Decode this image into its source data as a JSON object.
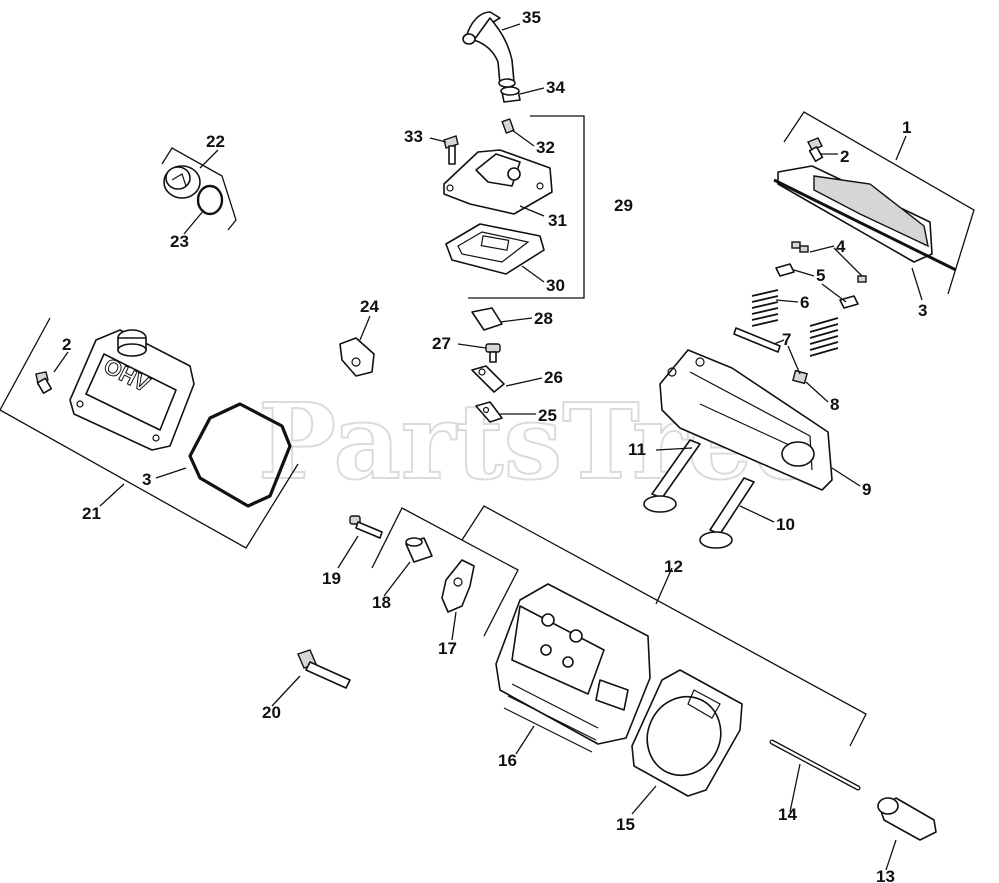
{
  "watermark": {
    "text": "PartsTree",
    "mark": "TM"
  },
  "cover_badge": "OHV",
  "callouts": [
    {
      "id": "c1",
      "label": "1"
    },
    {
      "id": "c2a",
      "label": "2"
    },
    {
      "id": "c2b",
      "label": "2"
    },
    {
      "id": "c3a",
      "label": "3"
    },
    {
      "id": "c3b",
      "label": "3"
    },
    {
      "id": "c4",
      "label": "4"
    },
    {
      "id": "c5",
      "label": "5"
    },
    {
      "id": "c6",
      "label": "6"
    },
    {
      "id": "c7",
      "label": "7"
    },
    {
      "id": "c8",
      "label": "8"
    },
    {
      "id": "c9",
      "label": "9"
    },
    {
      "id": "c10",
      "label": "10"
    },
    {
      "id": "c11",
      "label": "11"
    },
    {
      "id": "c12",
      "label": "12"
    },
    {
      "id": "c13",
      "label": "13"
    },
    {
      "id": "c14",
      "label": "14"
    },
    {
      "id": "c15",
      "label": "15"
    },
    {
      "id": "c16",
      "label": "16"
    },
    {
      "id": "c17",
      "label": "17"
    },
    {
      "id": "c18",
      "label": "18"
    },
    {
      "id": "c19",
      "label": "19"
    },
    {
      "id": "c20",
      "label": "20"
    },
    {
      "id": "c21",
      "label": "21"
    },
    {
      "id": "c22",
      "label": "22"
    },
    {
      "id": "c23",
      "label": "23"
    },
    {
      "id": "c24",
      "label": "24"
    },
    {
      "id": "c25",
      "label": "25"
    },
    {
      "id": "c26",
      "label": "26"
    },
    {
      "id": "c27",
      "label": "27"
    },
    {
      "id": "c28",
      "label": "28"
    },
    {
      "id": "c29",
      "label": "29"
    },
    {
      "id": "c30",
      "label": "30"
    },
    {
      "id": "c31",
      "label": "31"
    },
    {
      "id": "c32",
      "label": "32"
    },
    {
      "id": "c33",
      "label": "33"
    },
    {
      "id": "c34",
      "label": "34"
    },
    {
      "id": "c35",
      "label": "35"
    }
  ]
}
